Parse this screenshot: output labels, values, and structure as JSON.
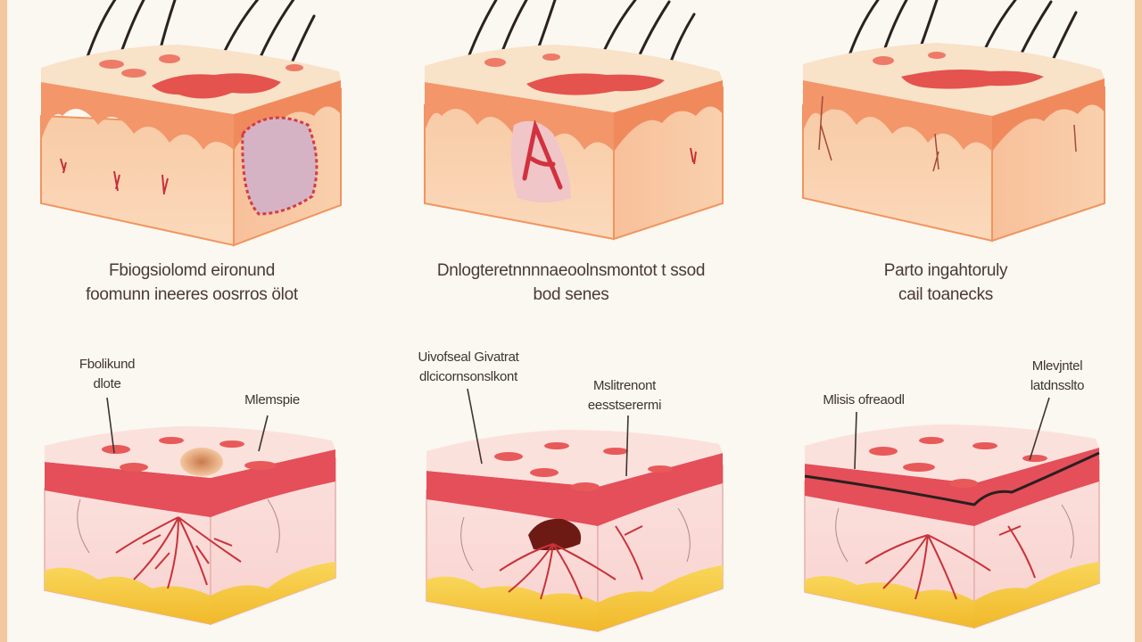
{
  "colors": {
    "background": "#fbf7f1",
    "skin_top": "#f8e2c8",
    "epidermis": "#f08a5d",
    "dermis": "#f9c9a4",
    "lesion_red": "#e2514d",
    "blood_vessel": "#d93a3a",
    "fat_layer": "#f7c93a",
    "dark_mark": "#6e1a14"
  },
  "panels": [
    {
      "id": "top-left",
      "caption": [
        "Fbiogsiolomd eironund",
        "foomunn ineeres oosrros ölot"
      ],
      "labels": []
    },
    {
      "id": "top-center",
      "caption": [
        "Dnlogteretnnnnaeoolnsmontot t ssod",
        "bod senes"
      ],
      "labels": []
    },
    {
      "id": "top-right",
      "caption": [
        "Parto ingahtoruly",
        "cail toanecks"
      ],
      "labels": []
    },
    {
      "id": "bottom-left",
      "caption": [],
      "labels": [
        {
          "lines": [
            "Fbolikund",
            "dlote"
          ]
        },
        {
          "lines": [
            "Mlemspie"
          ]
        }
      ]
    },
    {
      "id": "bottom-center",
      "caption": [],
      "labels": [
        {
          "lines": [
            "Uivofseal Givatrat",
            "dlcicornsonslkont"
          ]
        },
        {
          "lines": [
            "Mslitrenont",
            "eesstserermi"
          ]
        }
      ]
    },
    {
      "id": "bottom-right",
      "caption": [],
      "labels": [
        {
          "lines": [
            "Mlisis ofreaodl"
          ]
        },
        {
          "lines": [
            "Mlevjntel",
            "latdnsslto"
          ]
        }
      ]
    }
  ]
}
